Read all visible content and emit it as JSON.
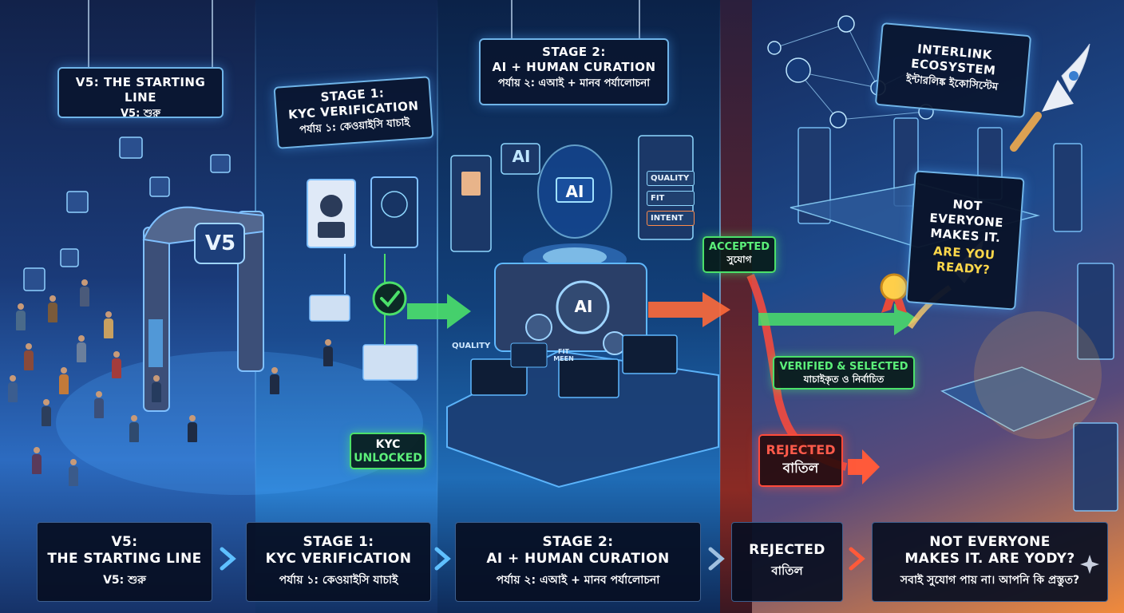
{
  "signs": {
    "start": {
      "title": "V5: THE STARTING LINE",
      "bengali": "V5: শুরু"
    },
    "stage1": {
      "title_line1": "STAGE 1:",
      "title_line2": "KYC VERIFICATION",
      "bengali": "পর্যায় ১: কেওয়াইসি যাচাই"
    },
    "stage2": {
      "title_line1": "STAGE 2:",
      "title_line2": "AI + HUMAN CURATION",
      "bengali": "পর্যায় ২: এআই + মানব পর্যালোচনা"
    },
    "ecosystem": {
      "title": "INTERLINK ECOSYSTEM",
      "bengali": "ইন্টারলিঙ্ক ইকোসিস্টেম"
    },
    "ready": {
      "line1": "NOT EVERYONE",
      "line2": "MAKES IT.",
      "line3": "ARE YOU READY?"
    }
  },
  "gate_label": "V5",
  "ai_label_small": "AI",
  "ai_brain_label": "AI",
  "ai_gear_label": "AI",
  "check_items": [
    "QUALITY",
    "FIT",
    "INTENT"
  ],
  "quality_label": "QUALITY",
  "monitor_label": "FIT\nMEEN",
  "tags": {
    "kyc_unlocked": {
      "line1": "KYC",
      "line2": "UNLOCKED"
    },
    "accepted": {
      "en": "ACCEPTED",
      "bn": "সুযোগ"
    },
    "verified": {
      "en": "VERIFIED & SELECTED",
      "bn": "যাচাইকৃত ও নির্বাচিত"
    },
    "rejected": {
      "en": "REJECTED",
      "bn": "বাতিল"
    }
  },
  "banners": [
    {
      "line1": "V5:",
      "line2": "THE STARTING LINE",
      "bn": "V5: শুরু"
    },
    {
      "line1": "STAGE 1:",
      "line2": "KYC VERIFICATION",
      "bn": "পর্যায় ১: কেওয়াইসি যাচাই"
    },
    {
      "line1": "STAGE 2:",
      "line2": "AI + HUMAN CURATION",
      "bn": "পর্যায় ২: এআই + মানব পর্যালোচনা"
    },
    {
      "line1": "REJECTED",
      "bn": "বাতিল"
    },
    {
      "line1": "NOT EVERYONE",
      "line2": "MAKES IT. ARE YODY?",
      "bn": "সবাই সুযোগ পায় না। আপনি কি প্রস্তুত?"
    }
  ],
  "colors": {
    "accent_blue": "#6fb4e8",
    "success_green": "#4be06a",
    "reject_red": "#ff4a3a",
    "flow_orange": "#ff6a3a"
  }
}
